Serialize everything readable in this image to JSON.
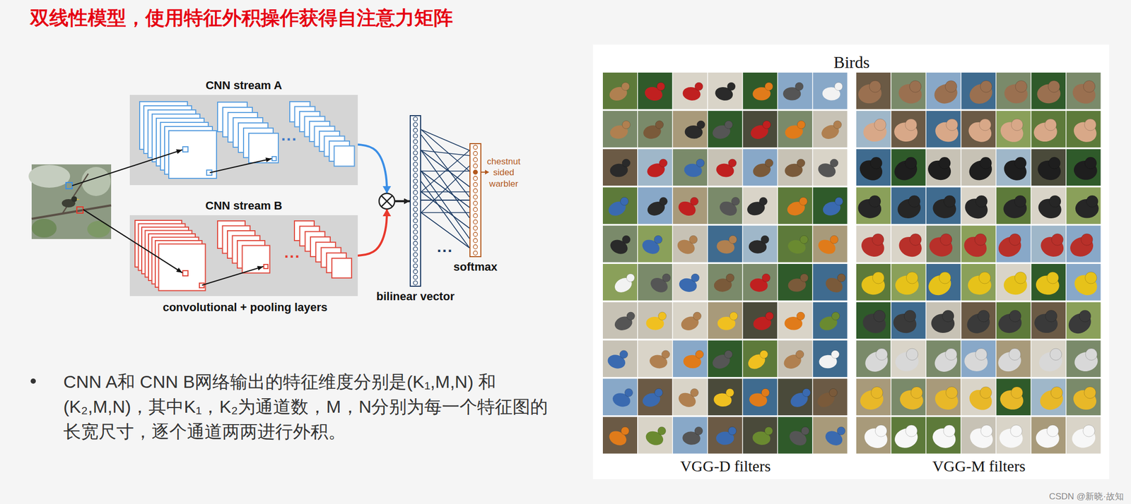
{
  "diagram": {
    "title": "双线性模型，使用特征外积操作获得自注意力矩阵",
    "nodes": [
      {
        "text": [
          "CNN stream A"
        ]
      },
      {
        "text": [
          "CNN stream B"
        ]
      },
      {
        "text": [
          "bilinear vector"
        ]
      },
      {
        "text": [
          "softmax"
        ]
      }
    ],
    "edges": [
      {
        "from": 0,
        "to": 2,
        "arrow": "to"
      },
      {
        "from": 1,
        "to": 2,
        "arrow": "to"
      },
      {
        "from": 2,
        "to": 3,
        "arrow": "none"
      }
    ],
    "labels": [
      "...",
      "...",
      "convolutional + pooling layers",
      "chestnut sided warbler",
      "...",
      "CNN A和 CNN B网络输出的特征维度分别是(K₁,M,N) 和(K₂,M,N)，其中K₁，K₂为通道数，M，N分别为每一个特征图的长宽尺寸，逐个通道两两进行外积。",
      "Birds",
      "VGG-D filters",
      "VGG-M filters",
      "CSDN @新晓·故知"
    ]
  }
}
